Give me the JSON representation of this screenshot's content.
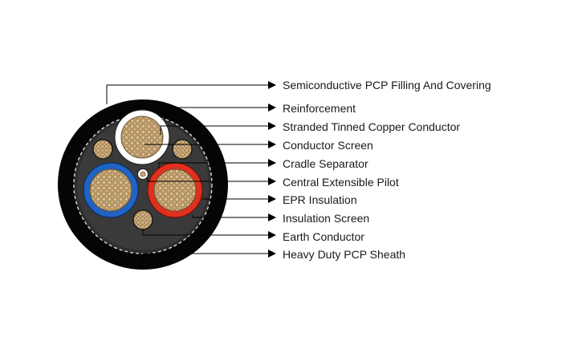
{
  "diagram": {
    "colors": {
      "sheath": "#050505",
      "semiconductive": "#3a3a3a",
      "copper": "#c9a978",
      "copper_dark": "#8a6a40",
      "blue_insulation": "#1f63c4",
      "red_insulation": "#e0301e",
      "white_insulation": "#ffffff",
      "leader": "#000000"
    },
    "labels": [
      {
        "id": "semiconductive-pcp-filling",
        "text": "Semiconductive PCP Filling And Covering"
      },
      {
        "id": "reinforcement",
        "text": "Reinforcement"
      },
      {
        "id": "stranded-tinned-copper-conductor",
        "text": "Stranded Tinned Copper Conductor"
      },
      {
        "id": "conductor-screen",
        "text": "Conductor Screen"
      },
      {
        "id": "cradle-separator",
        "text": "Cradle Separator"
      },
      {
        "id": "central-extensible-pilot",
        "text": "Central Extensible Pilot"
      },
      {
        "id": "epr-insulation",
        "text": "EPR Insulation"
      },
      {
        "id": "insulation-screen",
        "text": "Insulation Screen"
      },
      {
        "id": "earth-conductor",
        "text": "Earth Conductor"
      },
      {
        "id": "heavy-duty-pcp-sheath",
        "text": "Heavy Duty PCP Sheath"
      }
    ]
  }
}
